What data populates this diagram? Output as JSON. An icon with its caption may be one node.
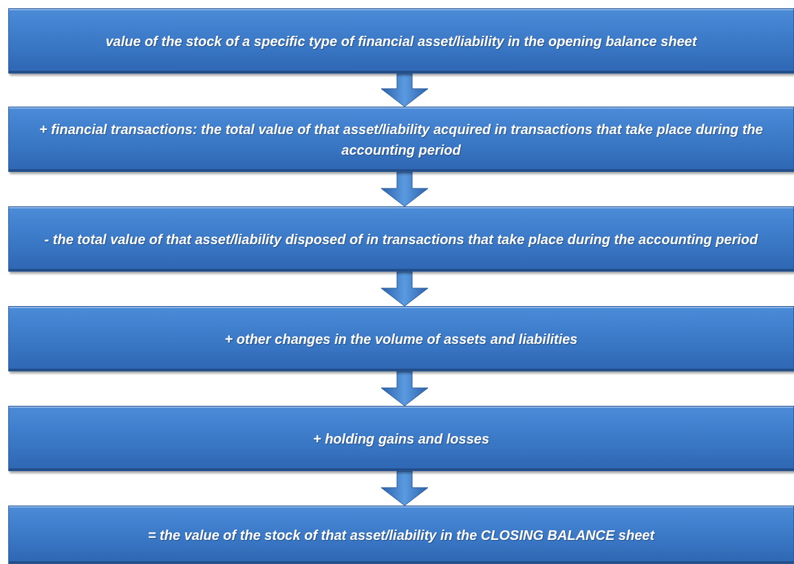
{
  "diagram": {
    "nodes": [
      {
        "text": [
          "value of the stock of a specific type of financial asset/liability in the opening balance sheet"
        ]
      },
      {
        "text": [
          "+ financial transactions: the total value of that asset/liability acquired in transactions that take place during the accounting period"
        ]
      },
      {
        "text": [
          "- the total value of that asset/liability disposed of in transactions that take place during the accounting period"
        ]
      },
      {
        "text": [
          "+ other changes in the volume of assets and liabilities"
        ]
      },
      {
        "text": [
          "+ holding gains and losses"
        ]
      },
      {
        "text": [
          "= the value of the stock of that asset/liability in the CLOSING BALANCE sheet"
        ]
      }
    ],
    "edges": [
      {
        "from": 0,
        "to": 1,
        "arrow": "to"
      },
      {
        "from": 1,
        "to": 2,
        "arrow": "to"
      },
      {
        "from": 2,
        "to": 3,
        "arrow": "to"
      },
      {
        "from": 3,
        "to": 4,
        "arrow": "to"
      },
      {
        "from": 4,
        "to": 5,
        "arrow": "to"
      }
    ]
  }
}
